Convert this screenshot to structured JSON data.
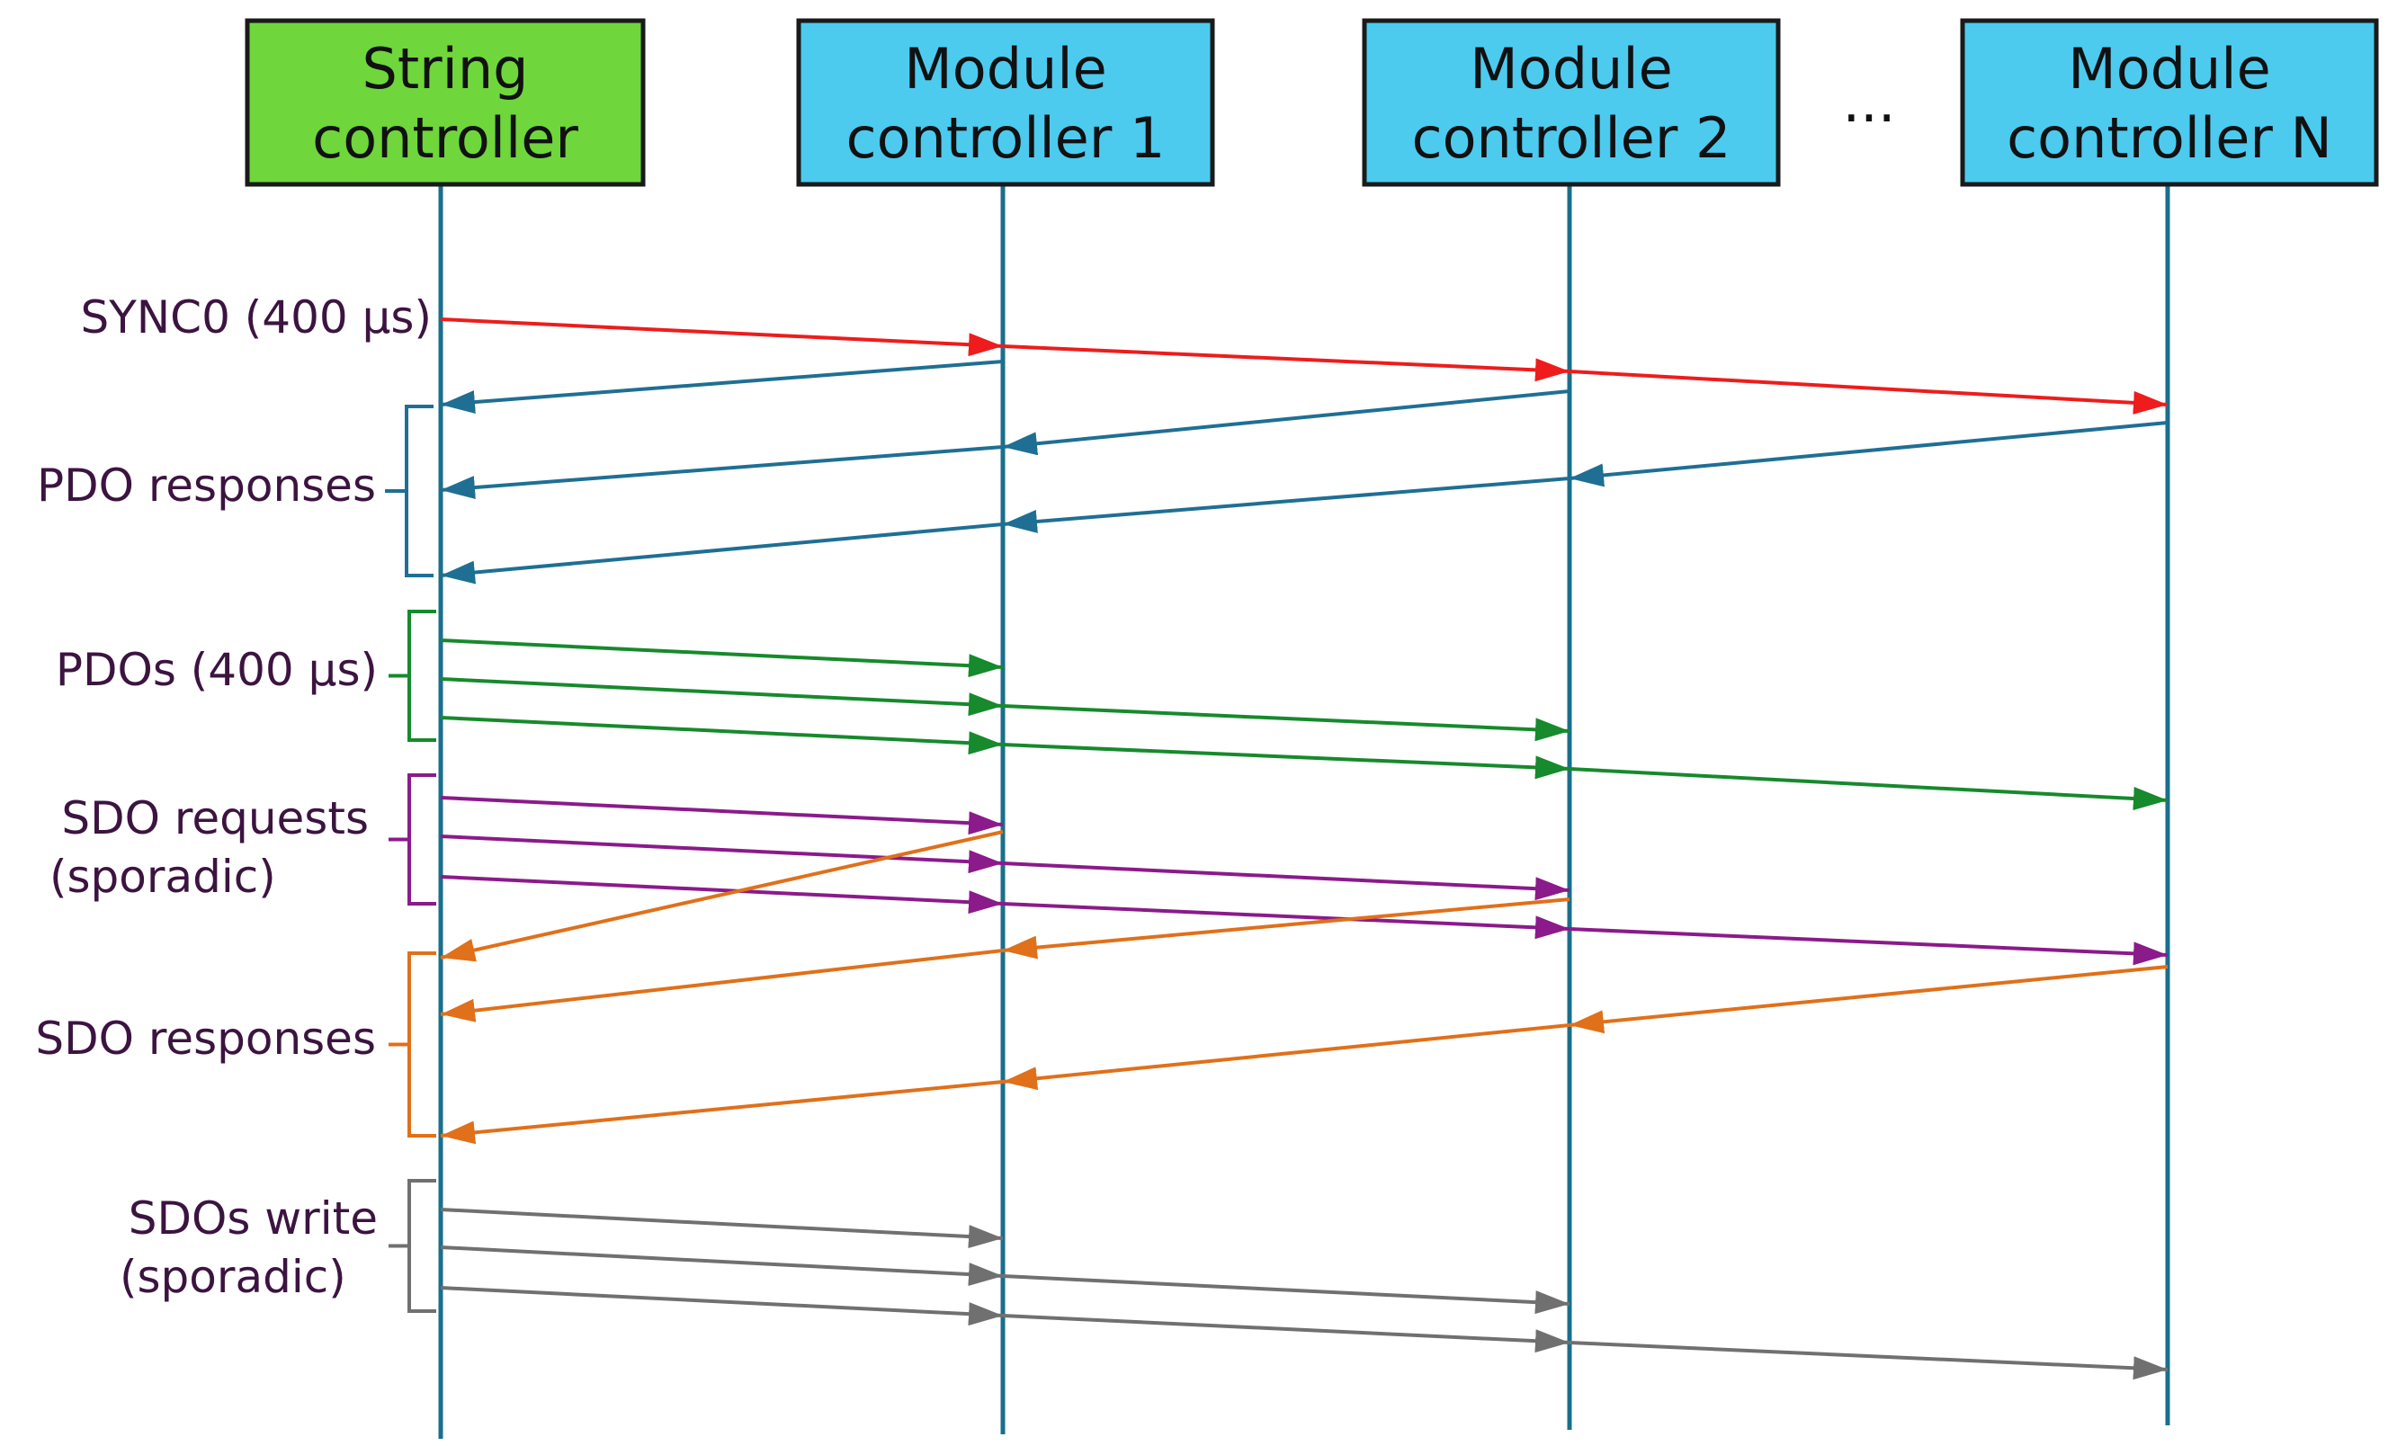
{
  "colors": {
    "sync": "#ee1c1c",
    "pdo_response": "#1f6f94",
    "pdo": "#168a2c",
    "sdo_request": "#8b1a8b",
    "sdo_response": "#e0701a",
    "sdo_write": "#707070",
    "lifeline": "#1a6f8c",
    "string_box": "#6fd63c",
    "module_box": "#4ccbef"
  },
  "participants": [
    {
      "id": "sc",
      "line1": "String",
      "line2": "controller",
      "type": "string"
    },
    {
      "id": "m1",
      "line1": "Module",
      "line2": "controller 1",
      "type": "module"
    },
    {
      "id": "m2",
      "line1": "Module",
      "line2": "controller 2",
      "type": "module"
    },
    {
      "id": "mn",
      "line1": "Module",
      "line2": "controller N",
      "type": "module"
    }
  ],
  "ellipsis": "...",
  "groups": [
    {
      "id": "sync",
      "lines": [
        "SYNC0 (400 µs)"
      ],
      "bracket": false
    },
    {
      "id": "pdo_response",
      "lines": [
        "PDO responses"
      ],
      "bracket": true
    },
    {
      "id": "pdo",
      "lines": [
        "PDOs (400 µs)"
      ],
      "bracket": true
    },
    {
      "id": "sdo_request",
      "lines": [
        "SDO requests",
        "(sporadic)"
      ],
      "bracket": true
    },
    {
      "id": "sdo_response",
      "lines": [
        "SDO responses"
      ],
      "bracket": true
    },
    {
      "id": "sdo_write",
      "lines": [
        "SDOs write",
        "(sporadic)"
      ],
      "bracket": true
    }
  ],
  "messages": [
    {
      "kind": "sync",
      "from": "sc",
      "to": "m1"
    },
    {
      "kind": "sync",
      "from": "m1",
      "to": "m2"
    },
    {
      "kind": "sync",
      "from": "m2",
      "to": "mn"
    },
    {
      "kind": "pdo_response",
      "from": "m1",
      "to": "sc"
    },
    {
      "kind": "pdo_response",
      "from": "m2",
      "to": "m1"
    },
    {
      "kind": "pdo_response",
      "from": "m1",
      "to": "sc"
    },
    {
      "kind": "pdo_response",
      "from": "mn",
      "to": "m2"
    },
    {
      "kind": "pdo_response",
      "from": "m2",
      "to": "m1"
    },
    {
      "kind": "pdo_response",
      "from": "m1",
      "to": "sc"
    },
    {
      "kind": "pdo",
      "from": "sc",
      "to": "m1"
    },
    {
      "kind": "pdo",
      "from": "sc",
      "to": "m1"
    },
    {
      "kind": "pdo",
      "from": "m1",
      "to": "m2"
    },
    {
      "kind": "pdo",
      "from": "sc",
      "to": "m1"
    },
    {
      "kind": "pdo",
      "from": "m1",
      "to": "m2"
    },
    {
      "kind": "pdo",
      "from": "m2",
      "to": "mn"
    },
    {
      "kind": "sdo_request",
      "from": "sc",
      "to": "m1"
    },
    {
      "kind": "sdo_request",
      "from": "sc",
      "to": "m1"
    },
    {
      "kind": "sdo_request",
      "from": "m1",
      "to": "m2"
    },
    {
      "kind": "sdo_request",
      "from": "sc",
      "to": "m1"
    },
    {
      "kind": "sdo_request",
      "from": "m1",
      "to": "m2"
    },
    {
      "kind": "sdo_request",
      "from": "m2",
      "to": "mn"
    },
    {
      "kind": "sdo_response",
      "from": "m1",
      "to": "sc"
    },
    {
      "kind": "sdo_response",
      "from": "m2",
      "to": "m1"
    },
    {
      "kind": "sdo_response",
      "from": "m1",
      "to": "sc"
    },
    {
      "kind": "sdo_response",
      "from": "mn",
      "to": "m2"
    },
    {
      "kind": "sdo_response",
      "from": "m2",
      "to": "m1"
    },
    {
      "kind": "sdo_response",
      "from": "m1",
      "to": "sc"
    },
    {
      "kind": "sdo_write",
      "from": "sc",
      "to": "m1"
    },
    {
      "kind": "sdo_write",
      "from": "sc",
      "to": "m1"
    },
    {
      "kind": "sdo_write",
      "from": "m1",
      "to": "m2"
    },
    {
      "kind": "sdo_write",
      "from": "sc",
      "to": "m1"
    },
    {
      "kind": "sdo_write",
      "from": "m1",
      "to": "m2"
    },
    {
      "kind": "sdo_write",
      "from": "m2",
      "to": "mn"
    }
  ]
}
